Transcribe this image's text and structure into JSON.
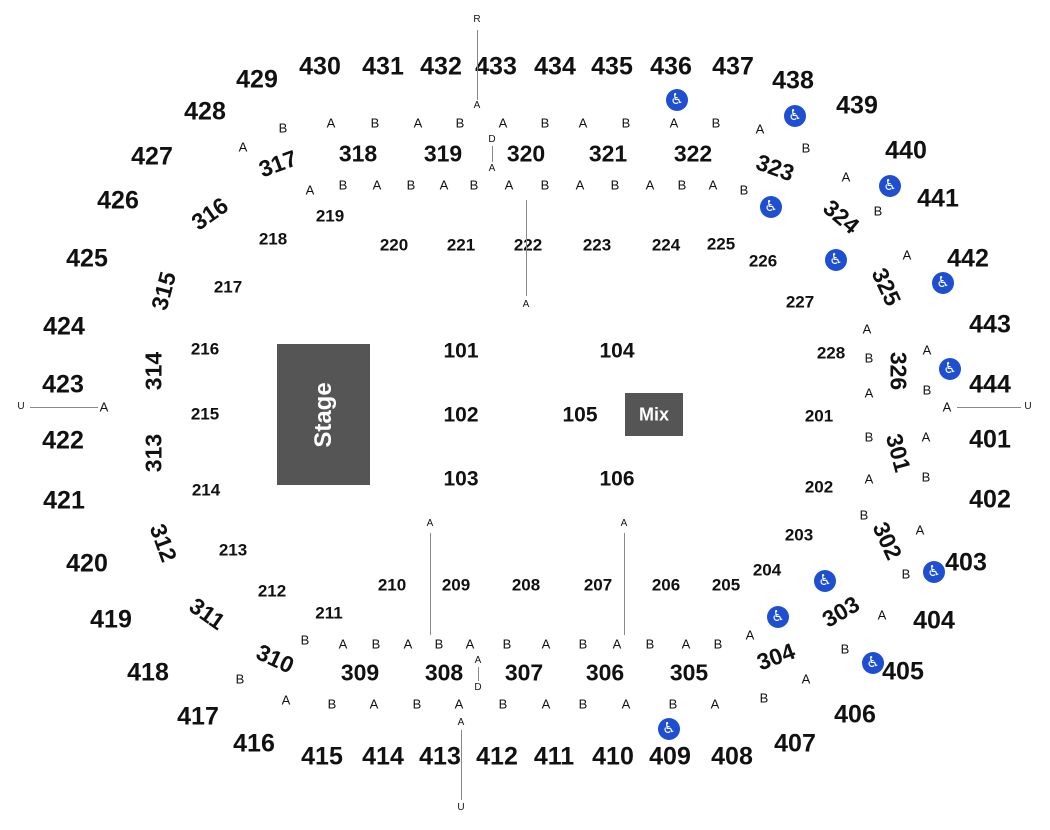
{
  "map": {
    "stage_label": "Stage",
    "mix_label": "Mix",
    "wheelchair_icon": "wheelchair-icon",
    "accent_color": "#1f4fd1",
    "block_color": "#555555"
  },
  "sections_400": [
    "401",
    "402",
    "403",
    "404",
    "405",
    "406",
    "407",
    "408",
    "409",
    "410",
    "411",
    "412",
    "413",
    "414",
    "415",
    "416",
    "417",
    "418",
    "419",
    "420",
    "421",
    "422",
    "423",
    "424",
    "425",
    "426",
    "427",
    "428",
    "429",
    "430",
    "431",
    "432",
    "433",
    "434",
    "435",
    "436",
    "437",
    "438",
    "439",
    "440",
    "441",
    "442",
    "443",
    "444"
  ],
  "sections_300": [
    "301",
    "302",
    "303",
    "304",
    "305",
    "306",
    "307",
    "308",
    "309",
    "310",
    "311",
    "312",
    "313",
    "314",
    "315",
    "316",
    "317",
    "318",
    "319",
    "320",
    "321",
    "322",
    "323",
    "324",
    "325",
    "326"
  ],
  "sections_200": [
    "201",
    "202",
    "203",
    "204",
    "205",
    "206",
    "207",
    "208",
    "209",
    "210",
    "211",
    "212",
    "213",
    "214",
    "215",
    "216",
    "217",
    "218",
    "219",
    "220",
    "221",
    "222",
    "223",
    "224",
    "225",
    "226",
    "227",
    "228"
  ],
  "sections_100": [
    "101",
    "102",
    "103",
    "104",
    "105",
    "106"
  ],
  "row_letters": [
    "A",
    "B"
  ],
  "aisle_labels": [
    "R",
    "U",
    "D",
    "A"
  ]
}
